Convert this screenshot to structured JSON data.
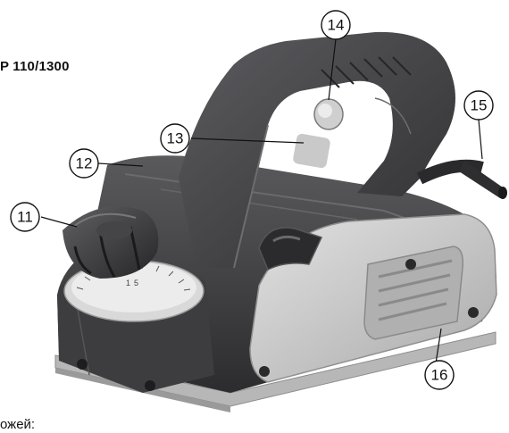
{
  "document": {
    "model_label": "P 110/1300",
    "footer_text": "ожей:"
  },
  "callouts": [
    "11",
    "12",
    "13",
    "14",
    "15",
    "16"
  ],
  "dial_marks": [
    "1",
    "5"
  ],
  "colors": {
    "body_dark": "#3a3a3c",
    "body_mid": "#4d4d50",
    "grip_light": "#c9c9c9",
    "base_metal": "#b7b7b7",
    "outline": "#111111"
  }
}
